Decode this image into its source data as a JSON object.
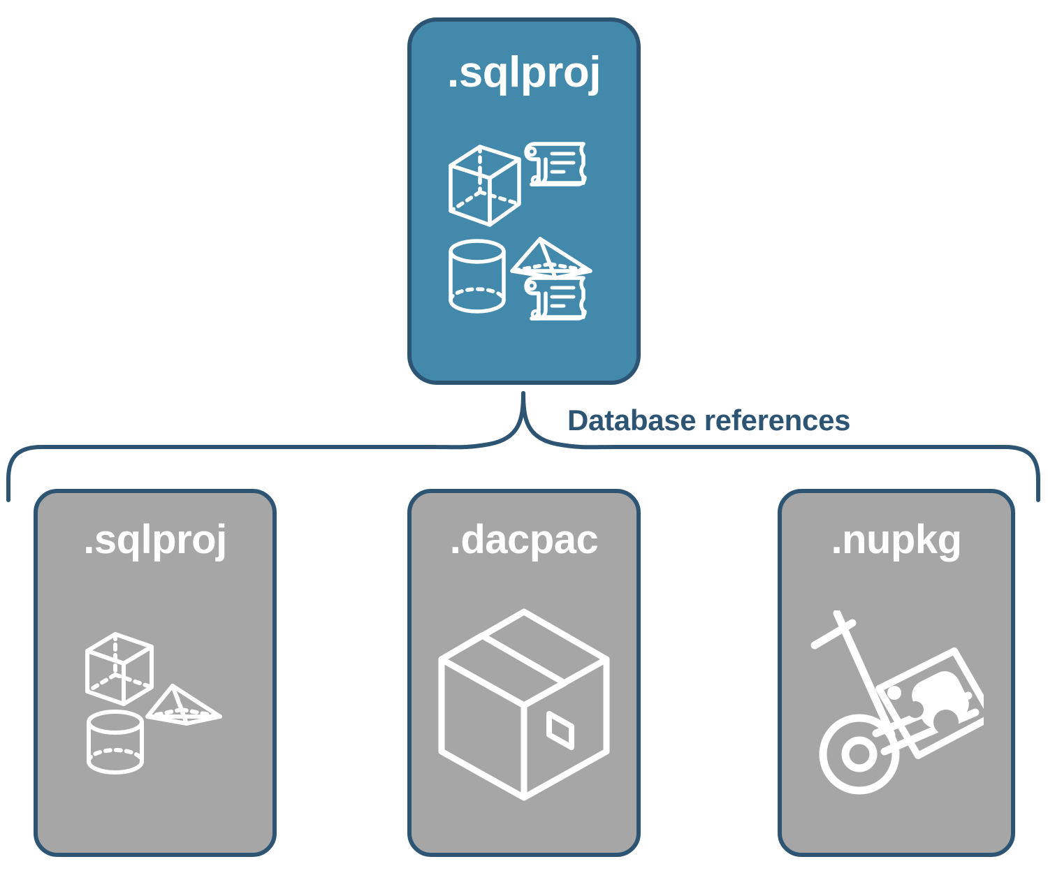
{
  "diagram": {
    "title_text": "Database references",
    "colors": {
      "accent_teal": "#4389AB",
      "outline_navy": "#2D5573",
      "neutral_gray": "#A6A6A6",
      "icon_white": "#FFFFFF",
      "background": "#FFFFFF"
    },
    "root": {
      "label": ".sqlproj",
      "icons": [
        "cube-icon",
        "scroll-icon",
        "pyramid-icon",
        "cylinder-icon",
        "scroll-icon"
      ]
    },
    "connector": {
      "label": "Database references",
      "style": "curly-brace"
    },
    "children": [
      {
        "label": ".sqlproj",
        "icons": [
          "cube-icon",
          "pyramid-icon",
          "cylinder-icon"
        ]
      },
      {
        "label": ".dacpac",
        "icons": [
          "package-box-icon"
        ]
      },
      {
        "label": ".nupkg",
        "icons": [
          "hand-truck-icon"
        ]
      }
    ]
  }
}
